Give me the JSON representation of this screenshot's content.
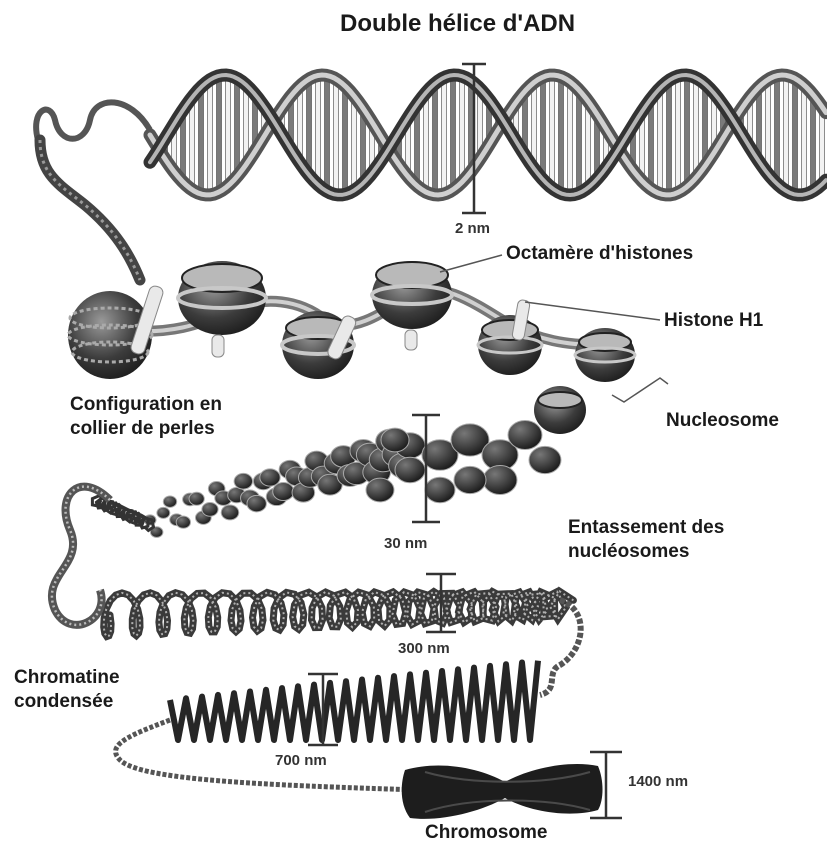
{
  "title": "Double hélice d'ADN",
  "labels": {
    "dna_width": "2 nm",
    "octamer": "Octamère d'histones",
    "histone_h1": "Histone H1",
    "nucleosome": "Nucleosome",
    "beads_line1": "Configuration en",
    "beads_line2": "collier de perles",
    "fiber_width": "30 nm",
    "stacking_line1": "Entassement des",
    "stacking_line2": "nucléosomes",
    "loops_width": "300 nm",
    "condensed_line1": "Chromatine",
    "condensed_line2": "condensée",
    "condensed_width": "700 nm",
    "chromosome_width": "1400 nm",
    "chromosome": "Chromosome"
  }
}
